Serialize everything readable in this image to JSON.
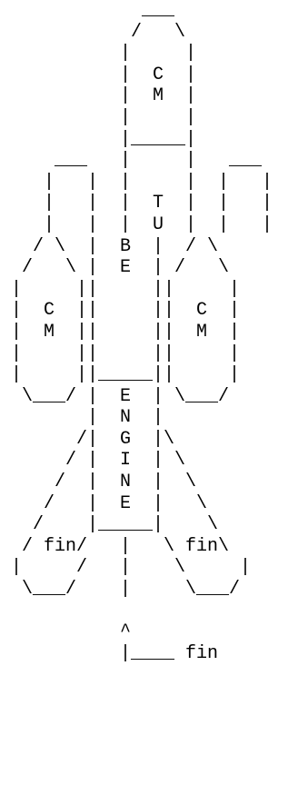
{
  "lines": [
    "             ___",
    "            /   \\",
    "           |     |",
    "           |  C  |",
    "           |  M  |",
    "           |     |",
    "           |_____|",
    "     ___   |     |   ___",
    "    |   |  |     |  |   |",
    "    |   |  |  T  |  |   |",
    "    |   |  |  U  |  |   |",
    "   / \\  |  B  |  / \\",
    "  /   \\ |  E  | /   \\",
    " |     ||     ||     |",
    " |  C  ||     ||  C  |",
    " |  M  ||     ||  M  |",
    " |     ||     ||     |",
    " |     ||_____||     |",
    "  \\___/ |  E  | \\___/",
    "        |  N  |",
    "       /|  G  |\\",
    "      / |  I  | \\",
    "     /  |  N  |  \\",
    "    /   |  E  |   \\",
    "   /    |_____|    \\",
    "  / fin/   |   \\ fin\\",
    " |     /   |    \\     |",
    "  \\___/    |     \\___/",
    "",
    "           ^",
    "           |____ fin"
  ]
}
